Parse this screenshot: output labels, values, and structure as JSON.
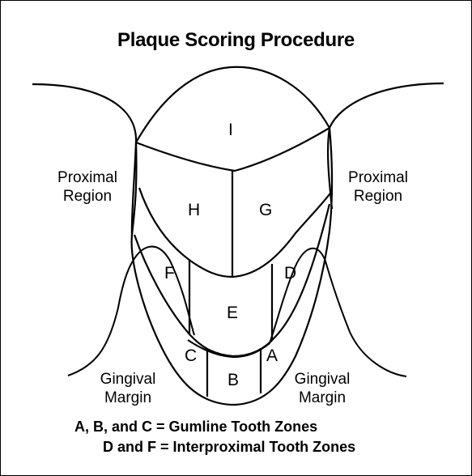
{
  "title": "Plaque Scoring Procedure",
  "zones": {
    "i": "I",
    "h": "H",
    "g": "G",
    "f": "F",
    "e": "E",
    "d": "D",
    "c": "C",
    "b": "B",
    "a": "A"
  },
  "regions": {
    "proximal_left": [
      "Proximal",
      "Region"
    ],
    "proximal_right": [
      "Proximal",
      "Region"
    ],
    "gingival_left": [
      "Gingival",
      "Margin"
    ],
    "gingival_right": [
      "Gingival",
      "Margin"
    ]
  },
  "legend": {
    "line1": "A, B, and C = Gumline Tooth Zones",
    "line2": "D and F = Interproximal Tooth Zones"
  },
  "colors": {
    "ink": "#000000",
    "background": "#ffffff"
  }
}
